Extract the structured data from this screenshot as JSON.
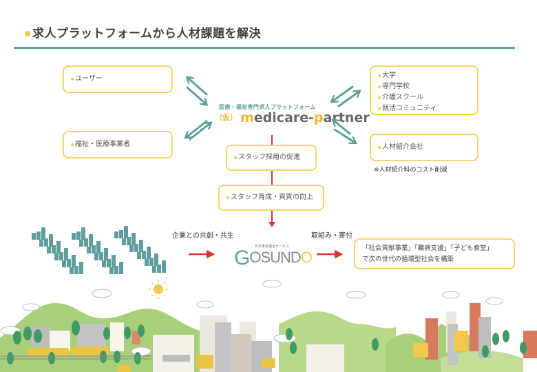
{
  "header": {
    "title": "求人プラットフォームから人材課題を解決"
  },
  "left_boxes": [
    {
      "label": "ユーザー"
    },
    {
      "label": "福祉・医療事業者"
    }
  ],
  "center": {
    "subtitle": "医療・福祉専門求人プラットフォーム",
    "provisional": "（仮）",
    "brand_parts": [
      "m",
      "edicare-",
      "p",
      "artner"
    ]
  },
  "right_boxes": {
    "schools": [
      "大学",
      "専門学校",
      "介護スクール",
      "就活コミュニティ"
    ],
    "agency": "人材紹介会社",
    "note": "※人材紹介料のコスト削減"
  },
  "flow_boxes": [
    {
      "label": "スタッフ採用の促進"
    },
    {
      "label": "スタッフ育成・資質の向上"
    }
  ],
  "bottom": {
    "co_creation_label": "企業との共創・共生",
    "donation_label": "取組み・寄付",
    "gosundo": {
      "subtitle": "日本未来福祉サービス",
      "logo_parts": [
        "G",
        "OSUND",
        "O"
      ]
    },
    "result_lines": [
      "「社会貢献事業」「難病支援」「子ども食堂」",
      "で次の世代の循環型社会を構築"
    ]
  },
  "colors": {
    "teal": "#5f9e9d",
    "yellow": "#f2c94c",
    "box_border": "#f4d36a",
    "red_arrow": "#d9362b",
    "hill_green": "#a8cf7a",
    "tree_green": "#3f9a64"
  }
}
